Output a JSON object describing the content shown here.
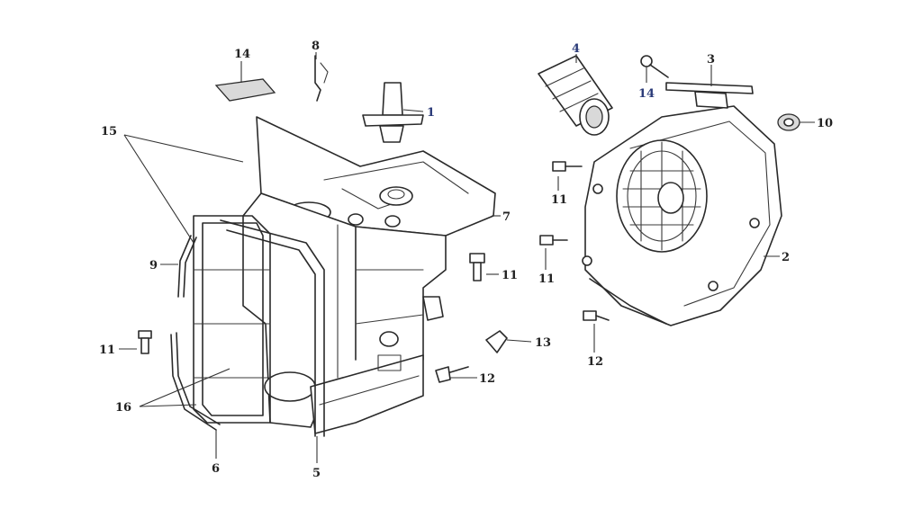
{
  "colors": {
    "line": "#2a2a2a",
    "label": "#222222",
    "label_accent": "#2a3a78",
    "background": "#ffffff"
  },
  "callouts": {
    "c1": "1",
    "c2": "2",
    "c3": "3",
    "c4": "4",
    "c5": "5",
    "c6": "6",
    "c7": "7",
    "c8": "8",
    "c9": "9",
    "c10": "10",
    "c11a": "11",
    "c11b": "11",
    "c11c": "11",
    "c11d": "11",
    "c12a": "12",
    "c12b": "12",
    "c13": "13",
    "c14a": "14",
    "c14b": "14",
    "c15": "15",
    "c16": "16"
  }
}
